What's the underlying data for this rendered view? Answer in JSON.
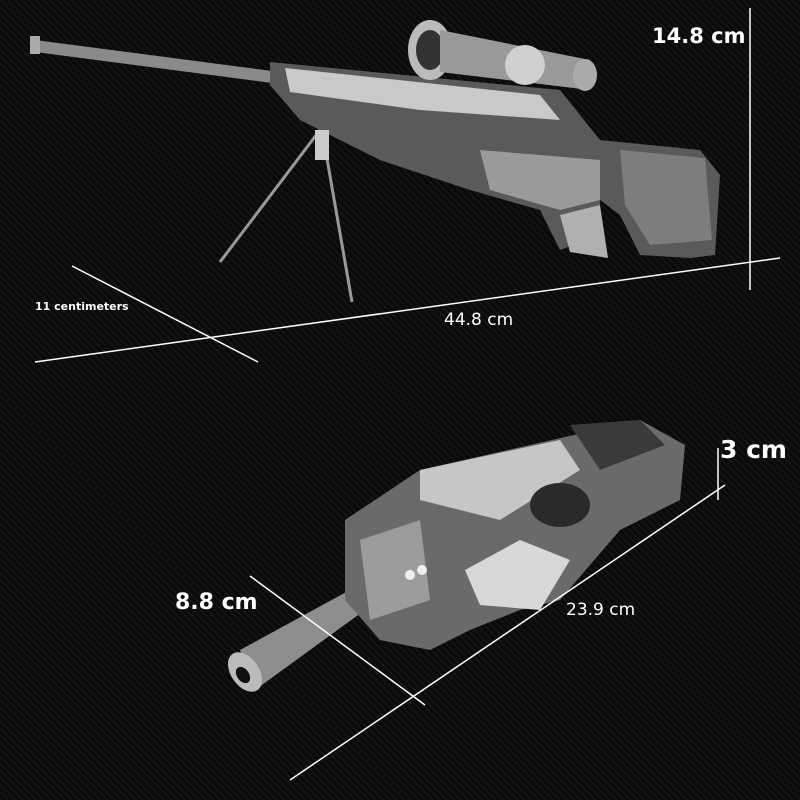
{
  "rifle": {
    "height_label": "14.8 cm",
    "length_label": "44.8 cm",
    "width_label": "11 centimeters"
  },
  "smg": {
    "height_label": "3 cm",
    "length_label": "23.9 cm",
    "width_label": "8.8 cm"
  }
}
